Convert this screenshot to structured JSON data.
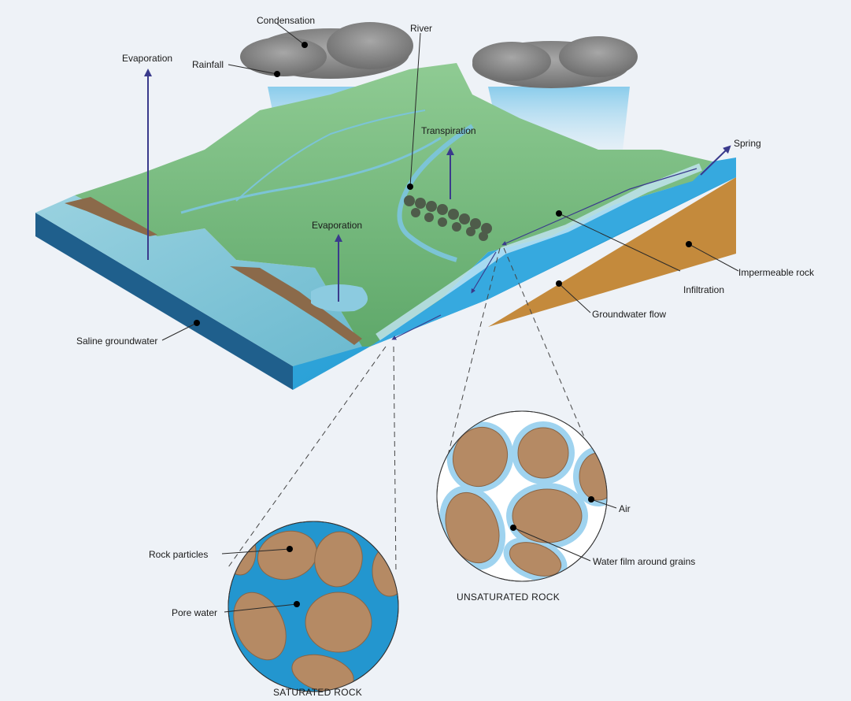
{
  "labels": {
    "condensation": "Condensation",
    "river": "River",
    "evaporation_left": "Evaporation",
    "rainfall": "Rainfall",
    "transpiration": "Transpiration",
    "spring": "Spring",
    "evaporation_center": "Evaporation",
    "impermeable_rock": "Impermeable rock",
    "infiltration": "Infiltration",
    "groundwater_flow": "Groundwater flow",
    "saline_groundwater": "Saline groundwater",
    "air": "Air",
    "water_film": "Water film around grains",
    "rock_particles": "Rock particles",
    "pore_water": "Pore water"
  },
  "captions": {
    "unsaturated": "UNSATURATED ROCK",
    "saturated": "SATURATED ROCK"
  },
  "colors": {
    "background": "#eef2f7",
    "land": "#6fb57a",
    "water": "#2a9fd4",
    "sea": "#7cc4d6",
    "rock": "#b58a64",
    "impermeable": "#c98a3c",
    "arrow": "#3a3a8c"
  }
}
